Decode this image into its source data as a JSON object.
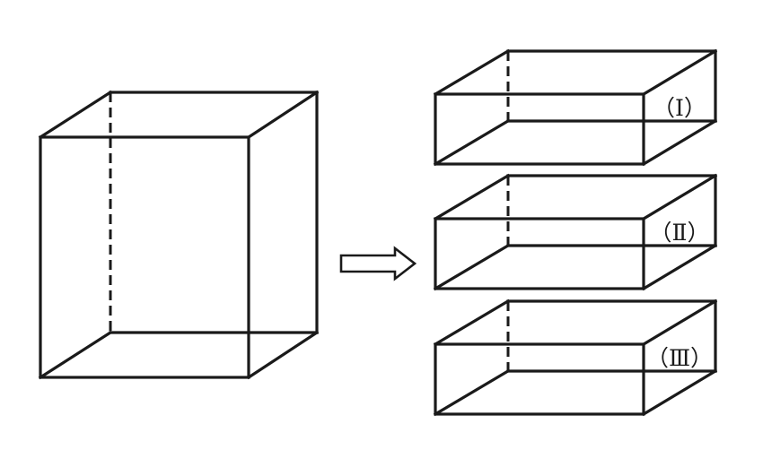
{
  "diagram": {
    "labels": [
      "（Ⅰ）",
      "（Ⅱ）",
      "（Ⅲ）"
    ]
  }
}
